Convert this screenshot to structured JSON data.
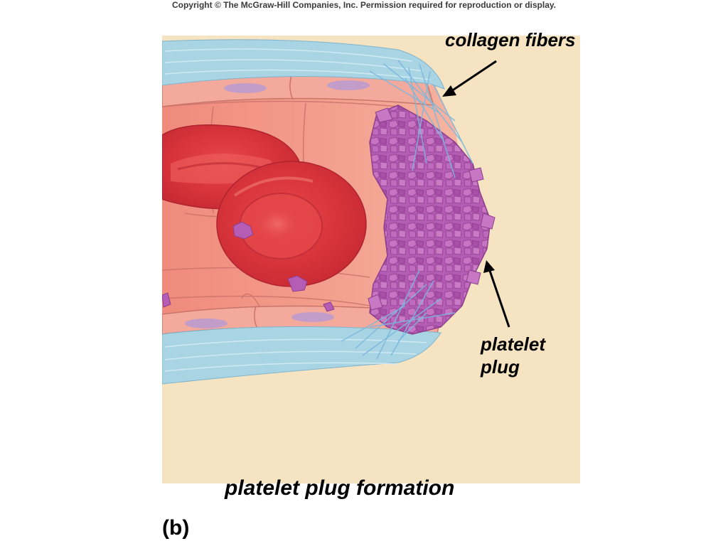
{
  "copyright": "Copyright © The McGraw-Hill Companies, Inc. Permission required for reproduction or display.",
  "labels": {
    "collagen": "collagen fibers",
    "platelet_plug": "platelet plug"
  },
  "caption": "platelet plug formation",
  "panel_letter": "(b)",
  "colors": {
    "background": "#f5e3c1",
    "vessel_outer": "#a7d3e2",
    "vessel_wall": "#f0a190",
    "lumen": "#f2917f",
    "red_cell": "#d9373d",
    "platelet": "#b45ab3",
    "collagen_fiber": "#6fb0d8"
  }
}
